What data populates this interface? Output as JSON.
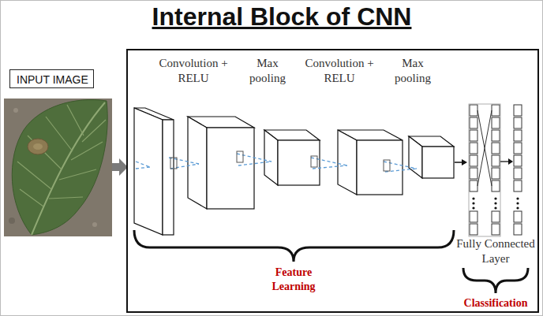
{
  "diagram": {
    "title": "Internal Block of CNN",
    "nodes": [
      {
        "text": [
          "INPUT IMAGE"
        ]
      }
    ],
    "labels": [
      "Convolution + RELU",
      "Max pooling",
      "Convolution + RELU",
      "Max pooling",
      "Feature Learning",
      "Fully Connected Layer",
      "Classification"
    ]
  }
}
